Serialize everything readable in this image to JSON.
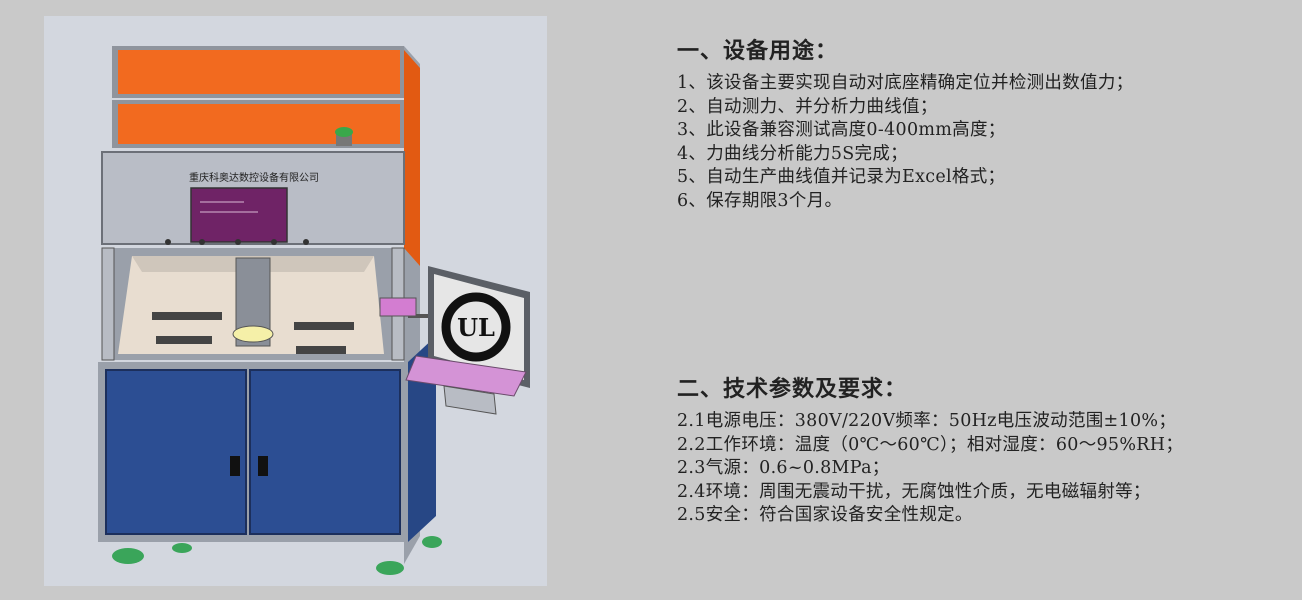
{
  "machine": {
    "company_label": "重庆科奥达数控设备有限公司",
    "logo_text": "UL"
  },
  "section1": {
    "heading": "一、设备用途：",
    "items": [
      "1、该设备主要实现自动对底座精确定位并检测出数值力；",
      "2、自动测力、并分析力曲线值；",
      "3、此设备兼容测试高度0-400mm高度；",
      "4、力曲线分析能力5S完成；",
      "5、自动生产曲线值并记录为Excel格式；",
      "6、保存期限3个月。"
    ]
  },
  "section2": {
    "heading": "二、技术参数及要求：",
    "items": [
      "2.1电源电压：380V/220V频率：50Hz电压波动范围±10%；",
      "2.2工作环境：温度（0℃～60℃）；相对湿度：60～95%RH；",
      "2.3气源：0.6~0.8MPa；",
      "2.4环境：周围无震动干扰，无腐蚀性介质，无电磁辐射等；",
      "2.5安全：符合国家设备安全性规定。"
    ]
  },
  "colors": {
    "panel_orange": "#f26a1f",
    "cabinet_blue": "#2c4e93",
    "frame_gray": "#b8bcc4",
    "wheel_green": "#3aa55a"
  }
}
